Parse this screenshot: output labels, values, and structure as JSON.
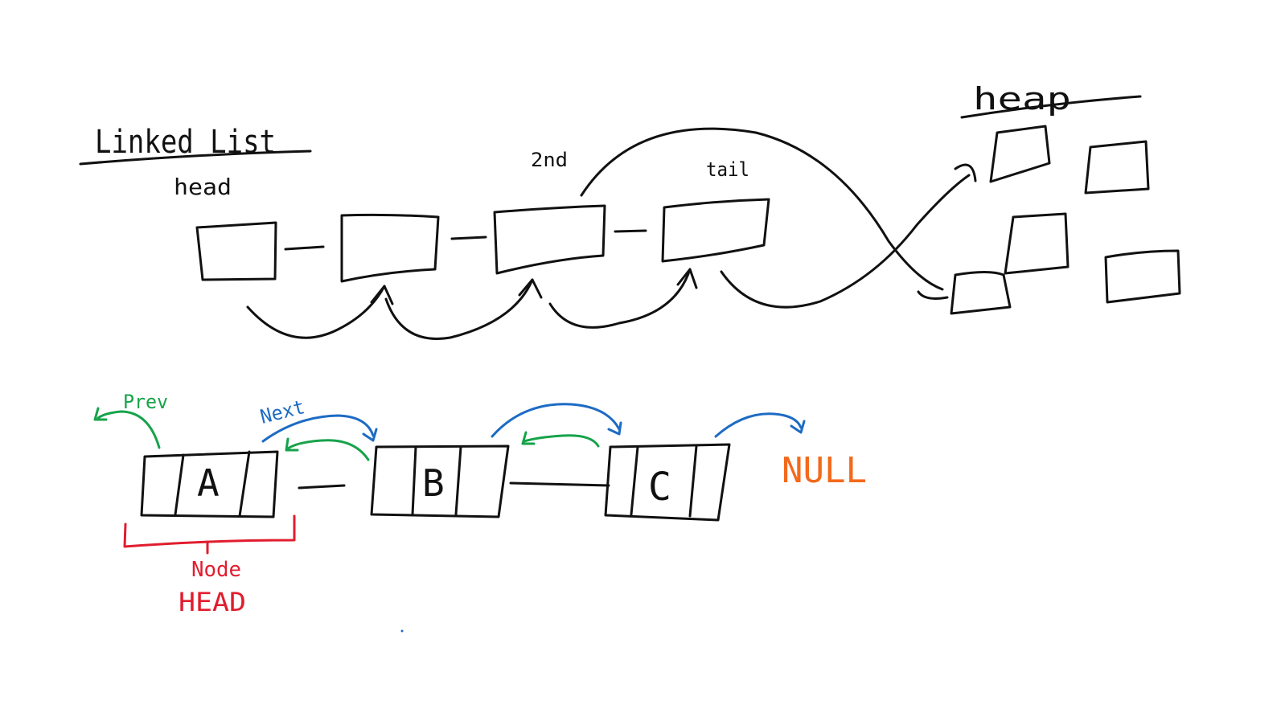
{
  "top": {
    "title": "Linked List",
    "heap_label": "heap",
    "node_labels": {
      "head": "head",
      "second": "2nd",
      "tail": "tail"
    }
  },
  "bottom": {
    "nodes": [
      "A",
      "B",
      "C"
    ],
    "prev_label": "Prev",
    "next_label": "Next",
    "null_label": "NULL",
    "node_brace_label": "Node",
    "head_label": "HEAD"
  },
  "colors": {
    "ink": "#111111",
    "prev": "#16a34a",
    "next": "#1d6bc4",
    "null": "#f26a1b",
    "node": "#e11d2e"
  }
}
